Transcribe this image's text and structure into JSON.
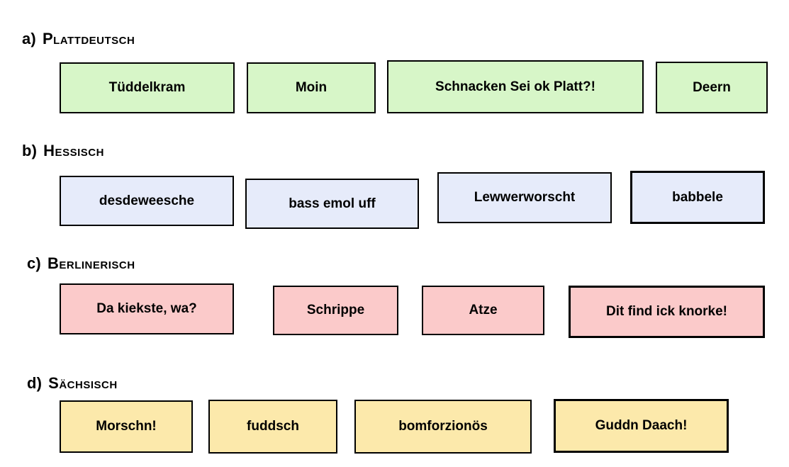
{
  "page_title": "German dialects worksheet",
  "border_color": "#000000",
  "text_color": "#000000",
  "sections": [
    {
      "prefix": "a)",
      "title": "Plattdeutsch",
      "color": "#d7f6c8",
      "boxes": [
        {
          "text": "Tüddelkram"
        },
        {
          "text": "Moin"
        },
        {
          "text": "Schnacken Sei ok Platt?!"
        },
        {
          "text": "Deern"
        }
      ]
    },
    {
      "prefix": "b)",
      "title": "Hessisch",
      "color": "#e6ebfa",
      "boxes": [
        {
          "text": "desdeweesche"
        },
        {
          "text": "bass emol uff"
        },
        {
          "text": "Lewwerworscht"
        },
        {
          "text": "babbele"
        }
      ]
    },
    {
      "prefix": "c)",
      "title": "Berlinerisch",
      "color": "#fbcaca",
      "boxes": [
        {
          "text": "Da kiekste, wa?"
        },
        {
          "text": "Schrippe"
        },
        {
          "text": "Atze"
        },
        {
          "text": "Dit find ick knorke!"
        }
      ]
    },
    {
      "prefix": "d)",
      "title": "Sächsisch",
      "color": "#fce9ab",
      "boxes": [
        {
          "text": "Morschn!"
        },
        {
          "text": "fuddsch"
        },
        {
          "text": "bomforzionös"
        },
        {
          "text": "Guddn Daach!"
        }
      ]
    }
  ]
}
